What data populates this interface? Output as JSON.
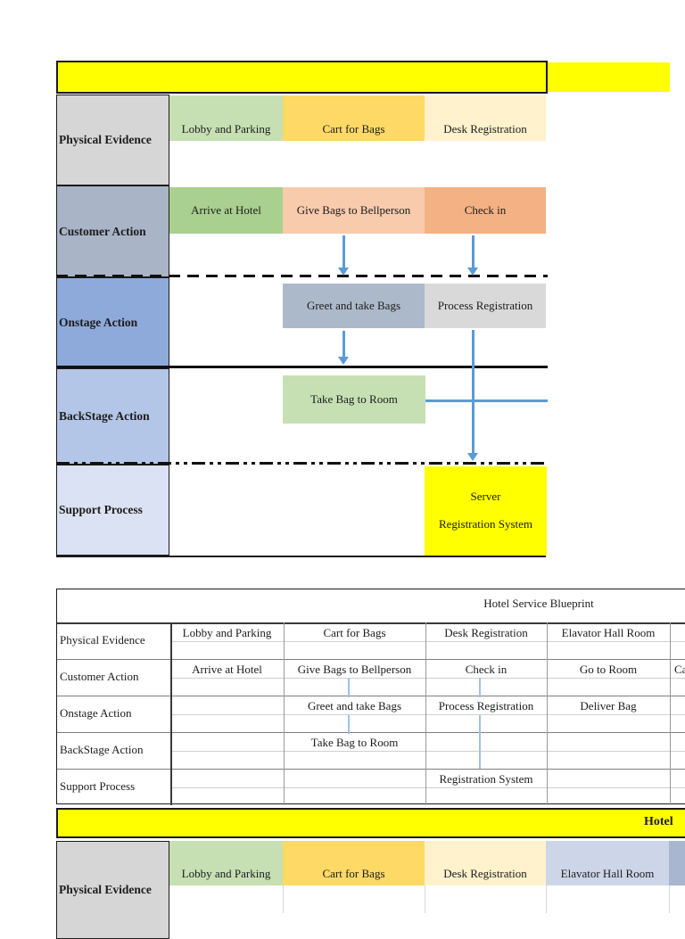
{
  "colors": {
    "yellow": "#ffff00",
    "arrow_blue": "#5b9bd5",
    "connector_blue": "#9dc3e6",
    "label_gray": "#d6d6d6",
    "label_bluegray": "#a9b4c7",
    "label_blue": "#8eaadb",
    "label_lightblue": "#b4c6e7",
    "label_paleblue": "#dae2f3",
    "green_light": "#c6e0b4",
    "green_mid": "#a9d08e",
    "amber": "#ffd966",
    "cream": "#fff2cc",
    "peach": "#f8cbad",
    "orange": "#f4b183",
    "bluegray_box": "#acb9ca",
    "gray_box": "#d9d9d9",
    "periwinkle": "#cdd6e8",
    "sliver_bluegray": "#a9b6cf"
  },
  "diagram_top": {
    "rows": [
      {
        "label": "Physical Evidence",
        "label_color": "#d6d6d6",
        "boxes": [
          {
            "text": "Lobby and Parking",
            "color": "#c6e0b4"
          },
          {
            "text": "Cart for Bags",
            "color": "#ffd966"
          },
          {
            "text": "Desk Registration",
            "color": "#fff2cc"
          }
        ]
      },
      {
        "label": "Customer Action",
        "label_color": "#a9b4c7",
        "boxes": [
          {
            "text": "Arrive at Hotel",
            "color": "#a9d08e"
          },
          {
            "text": "Give Bags to Bellperson",
            "color": "#f8cbad"
          },
          {
            "text": "Check in",
            "color": "#f4b183"
          }
        ]
      },
      {
        "label": "Onstage Action",
        "label_color": "#8eaadb",
        "boxes": [
          {
            "text": "Greet and take Bags",
            "color": "#acb9ca"
          },
          {
            "text": "Process Registration",
            "color": "#d9d9d9"
          }
        ]
      },
      {
        "label": "BackStage Action",
        "label_color": "#b4c6e7",
        "boxes": [
          {
            "text": "Take Bag to Room",
            "color": "#c6e0b4"
          }
        ]
      },
      {
        "label": "Support Process",
        "label_color": "#dae2f3",
        "boxes": [
          {
            "line1": "Server",
            "line2": "Registration System",
            "color": "#ffff00"
          }
        ]
      }
    ]
  },
  "table": {
    "title": "Hotel Service Blueprint",
    "rows": [
      {
        "label": "Physical Evidence",
        "cells": [
          "Lobby and Parking",
          "Cart for Bags",
          "Desk Registration",
          "Elavator Hall Room",
          ""
        ]
      },
      {
        "label": "Customer Action",
        "cells": [
          "Arrive at Hotel",
          "Give Bags to Bellperson",
          "Check in",
          "Go to Room",
          "Ca"
        ]
      },
      {
        "label": "Onstage Action",
        "cells": [
          "",
          "Greet and take Bags",
          "Process Registration",
          "Deliver Bag",
          ""
        ]
      },
      {
        "label": "BackStage Action",
        "cells": [
          "",
          "Take Bag to Room",
          "",
          "",
          ""
        ]
      },
      {
        "label": "Support Process",
        "cells": [
          "",
          "",
          "Registration System",
          "",
          ""
        ]
      }
    ]
  },
  "diagram_bottom": {
    "banner_text": "Hotel",
    "row": {
      "label": "Physical Evidence",
      "label_color": "#d6d6d6",
      "boxes": [
        {
          "text": "Lobby and Parking",
          "color": "#c6e0b4"
        },
        {
          "text": "Cart for Bags",
          "color": "#ffd966"
        },
        {
          "text": "Desk Registration",
          "color": "#fff2cc"
        },
        {
          "text": "Elavator Hall Room",
          "color": "#cdd6e8"
        },
        {
          "text": "",
          "color": "#a9b6cf"
        }
      ]
    }
  }
}
